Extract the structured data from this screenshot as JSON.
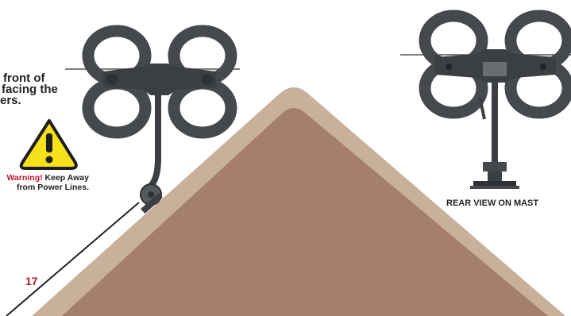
{
  "instructions": {
    "lines": [
      "front of",
      "facing the",
      "ers."
    ]
  },
  "warning": {
    "highlight": "Warning!",
    "rest": "Keep Away",
    "line2": "from Power Lines."
  },
  "page_number": "17",
  "rear_caption": "REAR VIEW ON MAST",
  "colors": {
    "roof_outer": "#c8b09a",
    "roof_inner": "#a47f69",
    "antenna": "#4a4d52",
    "warning_fill": "#f7e11c",
    "accent_red": "#b01c2e"
  },
  "icons": [
    "warning-triangle-icon"
  ]
}
